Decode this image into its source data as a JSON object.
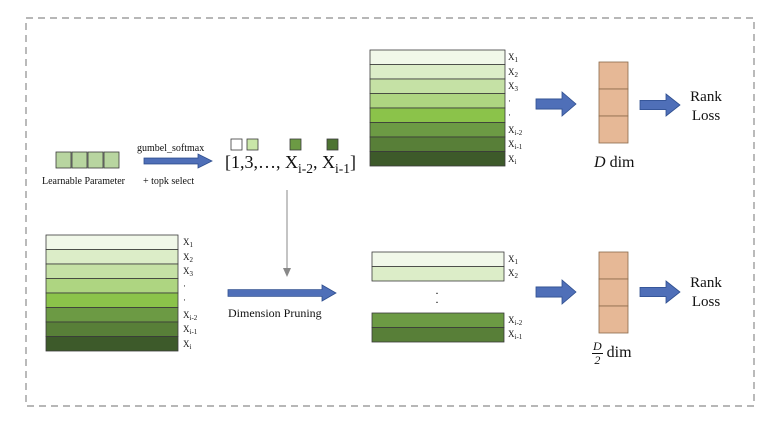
{
  "labels": {
    "learnable_parameter": "Learnable Parameter",
    "gumbel_softmax": "gumbel_softmax",
    "topk_select": "+ topk select",
    "dimension_pruning": "Dimension Pruning",
    "rank_loss_top": [
      "Rank",
      "Loss"
    ],
    "rank_loss_bottom": [
      "Rank",
      "Loss"
    ],
    "dim_word": "dim",
    "dim_symbol": "D",
    "half_num": "D",
    "half_den": "2"
  },
  "selected_sequence": {
    "prefix": "[1,3,…, X",
    "sub1": "i-2",
    "mid": ", X",
    "sub2": "i-1",
    "suffix": "]"
  },
  "stack_labels_full": [
    {
      "base": "X",
      "sub": "1"
    },
    {
      "base": "X",
      "sub": "2"
    },
    {
      "base": "X",
      "sub": "3"
    },
    {
      "base": "·",
      "sub": ""
    },
    {
      "base": "·",
      "sub": ""
    },
    {
      "base": "X",
      "sub": "i-2"
    },
    {
      "base": "X",
      "sub": "i-1"
    },
    {
      "base": "X",
      "sub": "i"
    }
  ],
  "stack_labels_pruned": [
    {
      "base": "X",
      "sub": "1"
    },
    {
      "base": "X",
      "sub": "2"
    },
    {
      "base": "X",
      "sub": "i-2"
    },
    {
      "base": "X",
      "sub": "i-1"
    }
  ],
  "colors": {
    "frame": "#8c8c8c",
    "arrow": "#4f6fb8",
    "arrow_stroke": "#2f4f8f",
    "block_fill": "#e6b896",
    "block_stroke": "#8a6a4a",
    "row_colors": [
      "#f1f8e9",
      "#dcedc8",
      "#c5e1a5",
      "#aed581",
      "#8bc34a",
      "#6c9a44",
      "#587f38",
      "#3d5a2a"
    ],
    "param_fill": "#b8d5a0",
    "sel_colors": [
      "#ffffff",
      "#c9e6a8",
      "#6c9a44",
      "#4e7433"
    ]
  }
}
